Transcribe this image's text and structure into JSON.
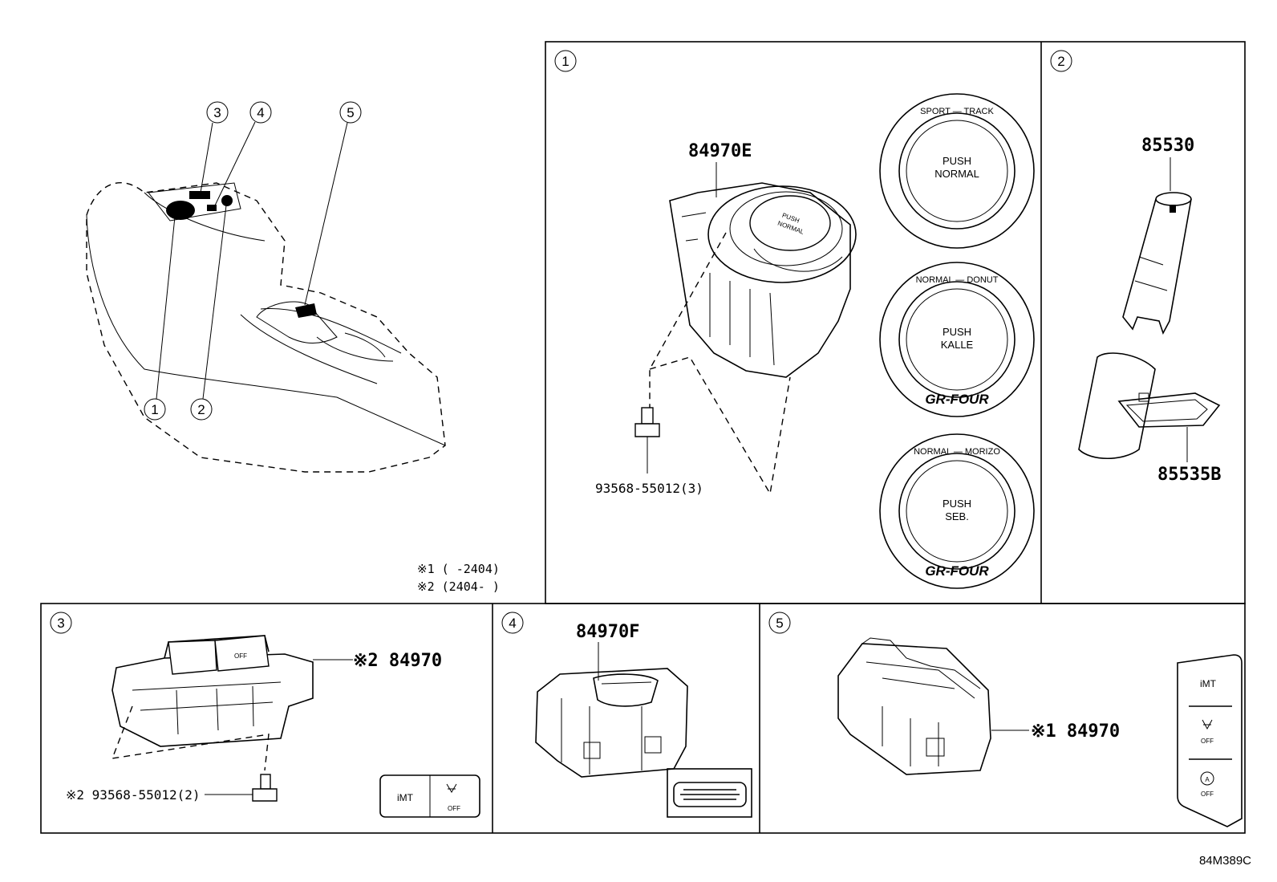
{
  "diagram": {
    "drawing_code": "84M389C",
    "overview": {
      "callouts": [
        "1",
        "2",
        "3",
        "4",
        "5"
      ]
    },
    "notes": {
      "note1": "※1 (      -2404)",
      "note2": "※2 (2404-      )"
    },
    "panel1": {
      "number": "1",
      "part_switch": "84970E",
      "part_screw": "93568-55012(3)",
      "knob_face_label": "PUSH NORMAL",
      "knobs": [
        {
          "ring_label": "SPORT — TRACK",
          "line1": "PUSH",
          "line2": "NORMAL",
          "badge": ""
        },
        {
          "ring_label": "NORMAL — DONUT",
          "line1": "PUSH",
          "line2": "KALLE",
          "badge": "GR-FOUR"
        },
        {
          "ring_label": "NORMAL — MORIZO",
          "line1": "PUSH",
          "line2": "SEB.",
          "badge": "GR-FOUR"
        }
      ]
    },
    "panel2": {
      "number": "2",
      "part_socket": "85530",
      "part_bracket": "85535B"
    },
    "panel3": {
      "number": "3",
      "part_switch": "※2 84970",
      "part_screw": "※2 93568-55012(2)",
      "button_labels": [
        "iMT",
        "OFF"
      ]
    },
    "panel4": {
      "number": "4",
      "part_switch": "84970F"
    },
    "panel5": {
      "number": "5",
      "part_switch": "※1 84970",
      "button_labels": [
        "iMT",
        "OFF",
        "A",
        "OFF"
      ]
    }
  }
}
